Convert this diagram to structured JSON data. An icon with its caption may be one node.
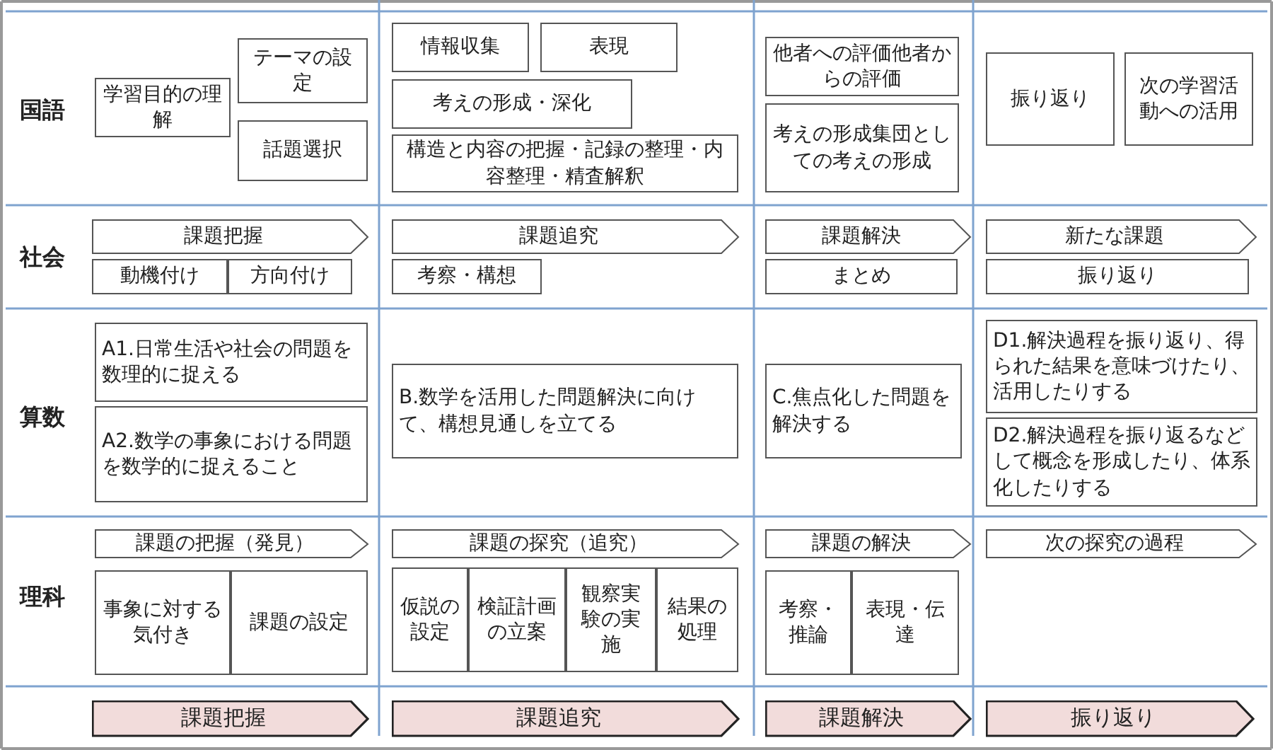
{
  "diagram": {
    "nodes": [
      {
        "text": [
          "学習目的の理解"
        ]
      },
      {
        "text": [
          "テーマの設定"
        ]
      },
      {
        "text": [
          "話題選択"
        ]
      },
      {
        "text": [
          "情報収集"
        ]
      },
      {
        "text": [
          "表現"
        ]
      },
      {
        "text": [
          "考えの形成・深化"
        ]
      },
      {
        "text": [
          "構造と内容の把握・記録の整理・内容整理・精査解釈"
        ]
      },
      {
        "text": [
          "他者への評価他者からの評価"
        ]
      },
      {
        "text": [
          "考えの形成集団としての考えの形成"
        ]
      },
      {
        "text": [
          "振り返り"
        ]
      },
      {
        "text": [
          "次の学習活動への活用"
        ]
      },
      {
        "text": [
          "課題把握"
        ]
      },
      {
        "text": [
          "動機付け"
        ]
      },
      {
        "text": [
          "方向付け"
        ]
      },
      {
        "text": [
          "課題追究"
        ]
      },
      {
        "text": [
          "考察・構想"
        ]
      },
      {
        "text": [
          "課題解決"
        ]
      },
      {
        "text": [
          "まとめ"
        ]
      },
      {
        "text": [
          "新たな課題"
        ]
      },
      {
        "text": [
          "振り返り"
        ]
      },
      {
        "text": [
          "A1.日常生活や社会の問題を数理的に捉える"
        ]
      },
      {
        "text": [
          "A2.数学の事象における問題を数学的に捉えること"
        ]
      },
      {
        "text": [
          "B.数学を活用した問題解決に向けて、構想見通しを立てる"
        ]
      },
      {
        "text": [
          "C.焦点化した問題を解決する"
        ]
      },
      {
        "text": [
          "D1.解決過程を振り返り、得られた結果を意味づけたり、活用したりする"
        ]
      },
      {
        "text": [
          "D2.解決過程を振り返るなどして概念を形成したり、体系化したりする"
        ]
      },
      {
        "text": [
          "課題の把握（発見）"
        ]
      },
      {
        "text": [
          "事象に対する気付き"
        ]
      },
      {
        "text": [
          "課題の設定"
        ]
      },
      {
        "text": [
          "課題の探究（追究）"
        ]
      },
      {
        "text": [
          "仮説の設定"
        ]
      },
      {
        "text": [
          "検証計画の立案"
        ]
      },
      {
        "text": [
          "観察実験の実施"
        ]
      },
      {
        "text": [
          "結果の処理"
        ]
      },
      {
        "text": [
          "課題の解決"
        ]
      },
      {
        "text": [
          "考察・推論"
        ]
      },
      {
        "text": [
          "表現・伝達"
        ]
      },
      {
        "text": [
          "次の探究の過程"
        ]
      },
      {
        "text": [
          "課題把握"
        ]
      },
      {
        "text": [
          "課題追究"
        ]
      },
      {
        "text": [
          "課題解決"
        ]
      },
      {
        "text": [
          "振り返り"
        ]
      }
    ],
    "labels": [
      "国語",
      "社会",
      "算数",
      "理科"
    ]
  }
}
